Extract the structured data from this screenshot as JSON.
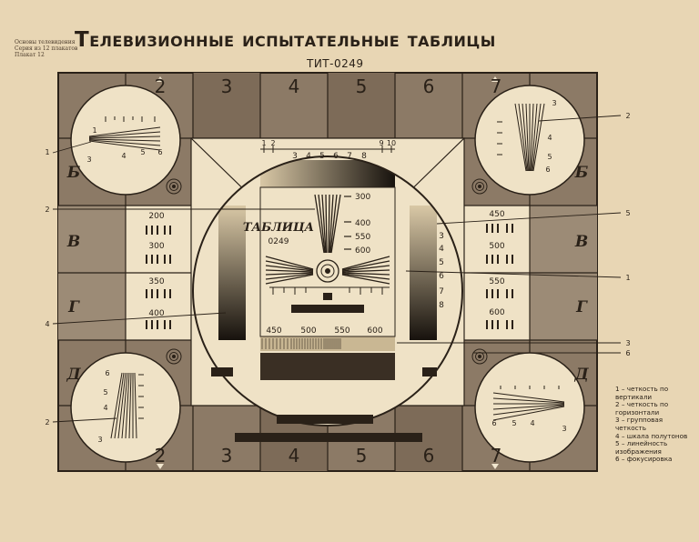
{
  "header": {
    "series": [
      "Основы телевидения",
      "Серия из 12 плакатов",
      "Плакат 12"
    ],
    "title": "Телевизионные испытательные таблицы",
    "code": "ТИТ-0249"
  },
  "grid": {
    "top_numbers": [
      "2",
      "3",
      "4",
      "5",
      "6",
      "7"
    ],
    "bottom_numbers": [
      "2",
      "3",
      "4",
      "5",
      "6",
      "7"
    ],
    "row_letters": [
      "Б",
      "В",
      "Г",
      "Д"
    ]
  },
  "chart": {
    "top_ruler": [
      "1",
      "2",
      "9",
      "10"
    ],
    "greyscale_numbers": [
      "3",
      "4",
      "5",
      "6",
      "7",
      "8"
    ],
    "side_numbers": [
      "3",
      "4",
      "5",
      "6",
      "7",
      "8"
    ],
    "table_label": "ТАБЛИЦА",
    "table_number": "0249",
    "vertical_scale": [
      "300",
      "400",
      "550",
      "600"
    ],
    "horizontal_scale": [
      "450",
      "500",
      "550",
      "600"
    ],
    "left_panel": [
      "200",
      "300",
      "350",
      "400"
    ],
    "right_panel": [
      "450",
      "500",
      "550",
      "600"
    ],
    "circle_tl": [
      "1",
      "3",
      "4",
      "5",
      "6"
    ],
    "circle_tr": [
      "3",
      "4",
      "5",
      "6"
    ],
    "circle_bl": [
      "6",
      "5",
      "4",
      "3"
    ],
    "circle_br": [
      "6",
      "5",
      "4",
      "3"
    ]
  },
  "callouts": {
    "left": [
      "1",
      "2",
      "4",
      "2"
    ],
    "right": [
      "2",
      "5",
      "1",
      "3",
      "6"
    ]
  },
  "legend": [
    "1 – четкость по вертикали",
    "2 – четкость по горизонтали",
    "3 – групповая четкость",
    "4 – шкала полутонов",
    "5 – линейность изображения",
    "6 – фокусировка"
  ]
}
